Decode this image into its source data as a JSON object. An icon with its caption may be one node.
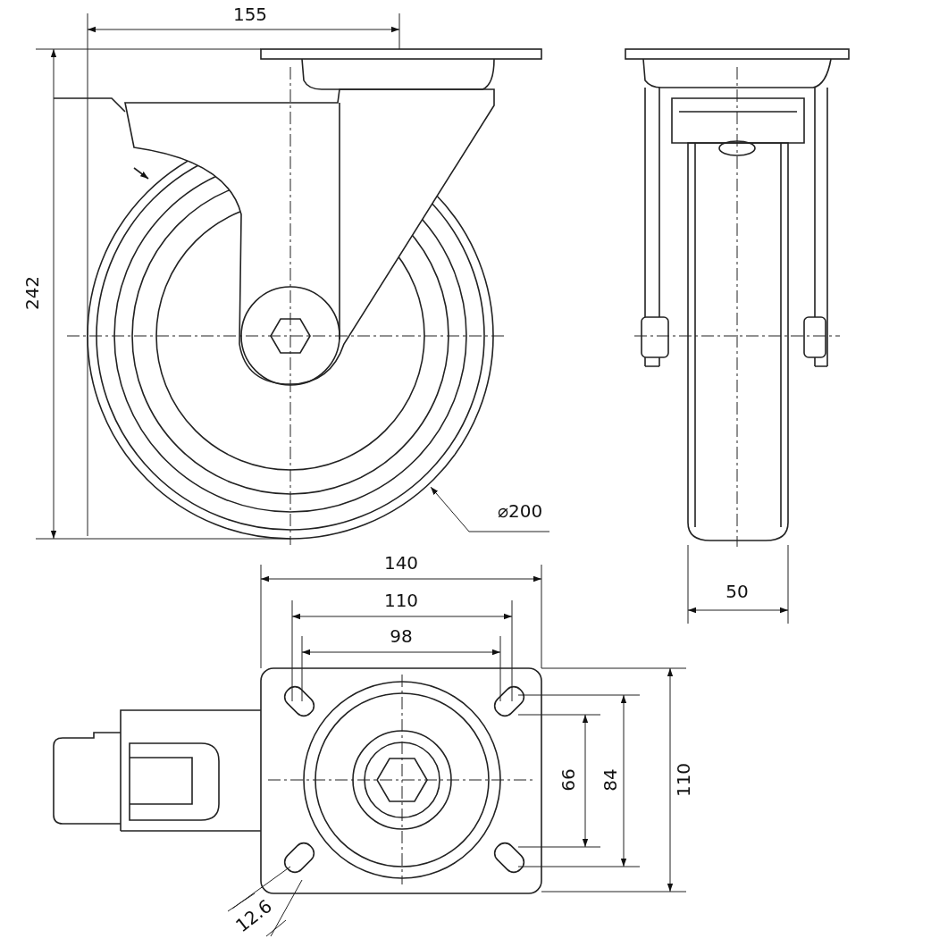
{
  "diagram": {
    "labels": [
      "155",
      "242",
      "⌀200",
      "50",
      "140",
      "110",
      "98",
      "66",
      "84",
      "110",
      "12.6"
    ]
  }
}
